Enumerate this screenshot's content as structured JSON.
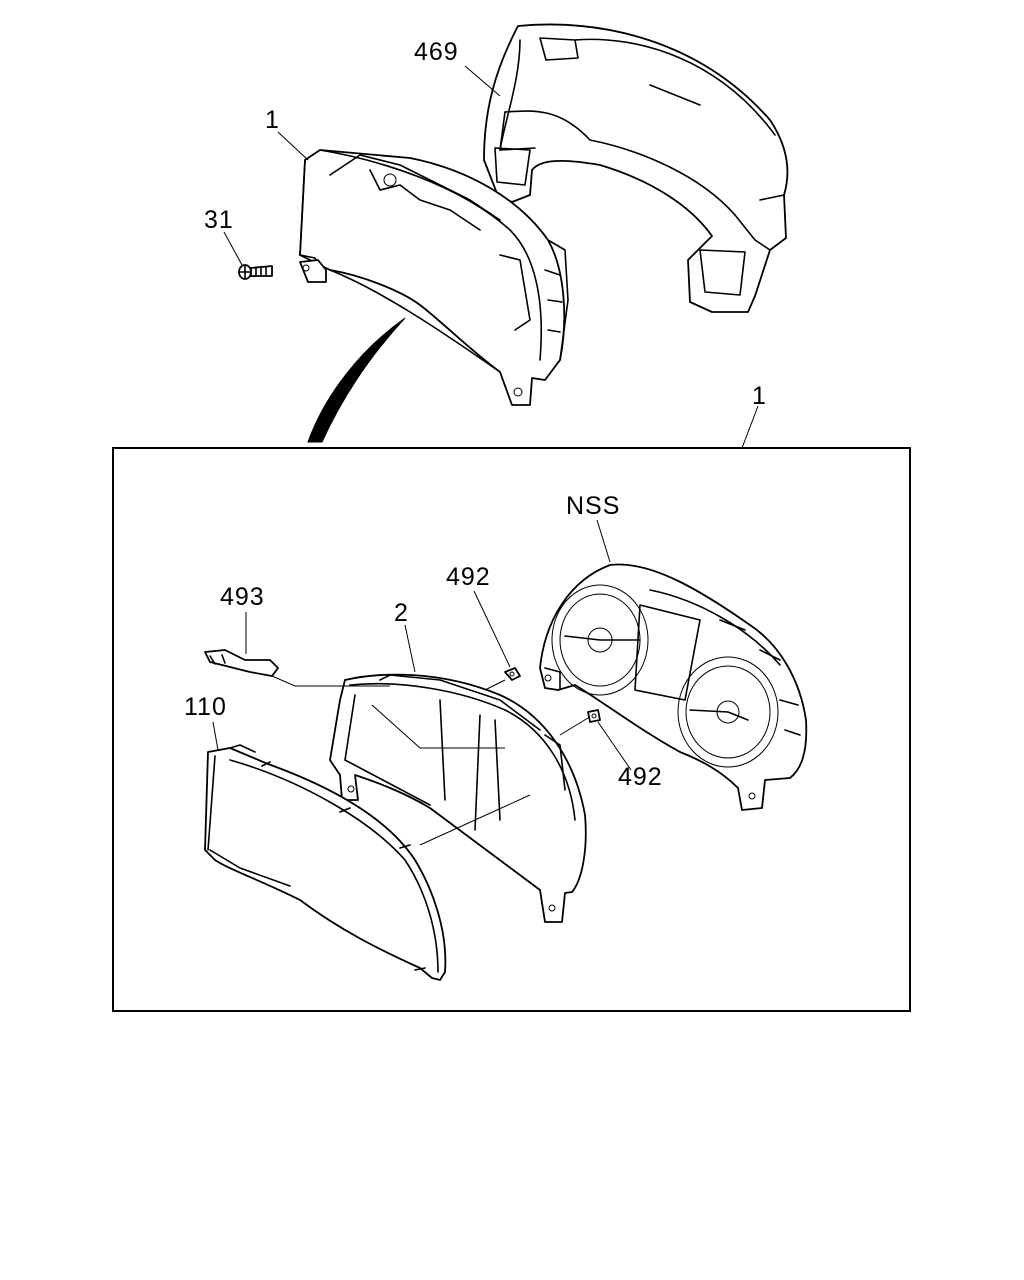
{
  "callouts": {
    "bezel": "469",
    "cluster_assembly_top": "1",
    "screw": "31",
    "cluster_assembly_box": "1",
    "meter_unit": "NSS",
    "clip_upper": "492",
    "clip_lower": "492",
    "harness": "493",
    "case": "2",
    "lens": "110"
  }
}
